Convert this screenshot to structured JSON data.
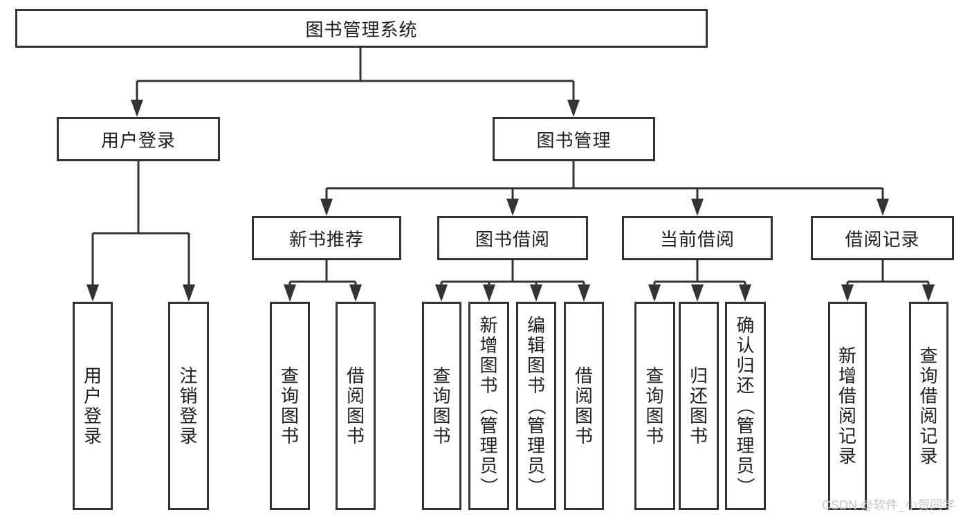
{
  "tree": {
    "root": {
      "label": "图书管理系统",
      "children": [
        {
          "label": "用户登录",
          "children": [
            {
              "label": "用户登录"
            },
            {
              "label": "注销登录"
            }
          ]
        },
        {
          "label": "图书管理",
          "children": [
            {
              "label": "新书推荐",
              "children": [
                {
                  "label": "查询图书"
                },
                {
                  "label": "借阅图书"
                }
              ]
            },
            {
              "label": "图书借阅",
              "children": [
                {
                  "label": "查询图书"
                },
                {
                  "label": "新增图书（管理员）"
                },
                {
                  "label": "编辑图书（管理员）"
                },
                {
                  "label": "借阅图书"
                }
              ]
            },
            {
              "label": "当前借阅",
              "children": [
                {
                  "label": "查询图书"
                },
                {
                  "label": "归还图书"
                },
                {
                  "label": "确认归还（管理员）"
                }
              ]
            },
            {
              "label": "借阅记录",
              "children": [
                {
                  "label": "新增借阅记录"
                },
                {
                  "label": "查询借阅记录"
                }
              ]
            }
          ]
        }
      ]
    }
  },
  "watermark": {
    "text": "CSDN @软件_小贺同学"
  },
  "colors": {
    "line": "#333333",
    "box_border": "#333333",
    "text": "#1f1f1f",
    "watermark": "#c7c7c7",
    "background": "#ffffff"
  }
}
